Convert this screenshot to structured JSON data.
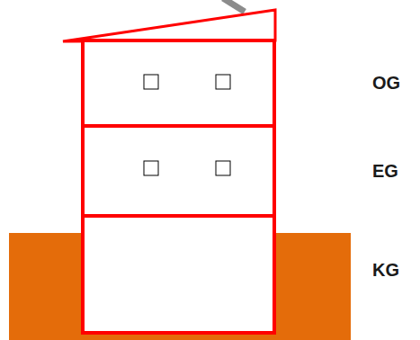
{
  "diagram": {
    "labels": [
      "OG",
      "EG",
      "KG"
    ]
  }
}
